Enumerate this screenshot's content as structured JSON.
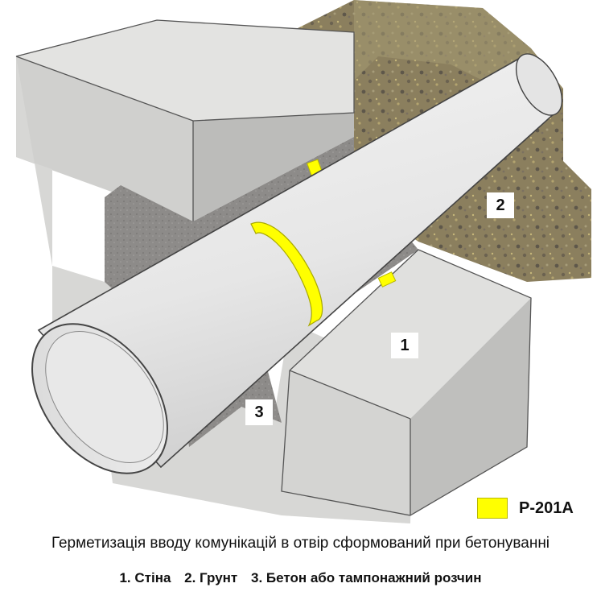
{
  "labels": {
    "wall": "1",
    "ground": "2",
    "concrete": "3"
  },
  "legend": {
    "swatch_color": "#ffff00",
    "label": "P-201A"
  },
  "caption": {
    "title": "Герметизація вводу комунікацій в отвір сформований при бетонуванні",
    "items": [
      "1. Стіна",
      "2. Грунт",
      "3. Бетон або тампонажний розчин"
    ]
  },
  "colors": {
    "concrete_light": "#e2e2e0",
    "concrete_mid": "#cfcfcd",
    "concrete_dark": "#b4b4b2",
    "grout": "#8a8886",
    "soil": "#8d8060",
    "pipe": "#ececec",
    "seal": "#ffff00"
  }
}
